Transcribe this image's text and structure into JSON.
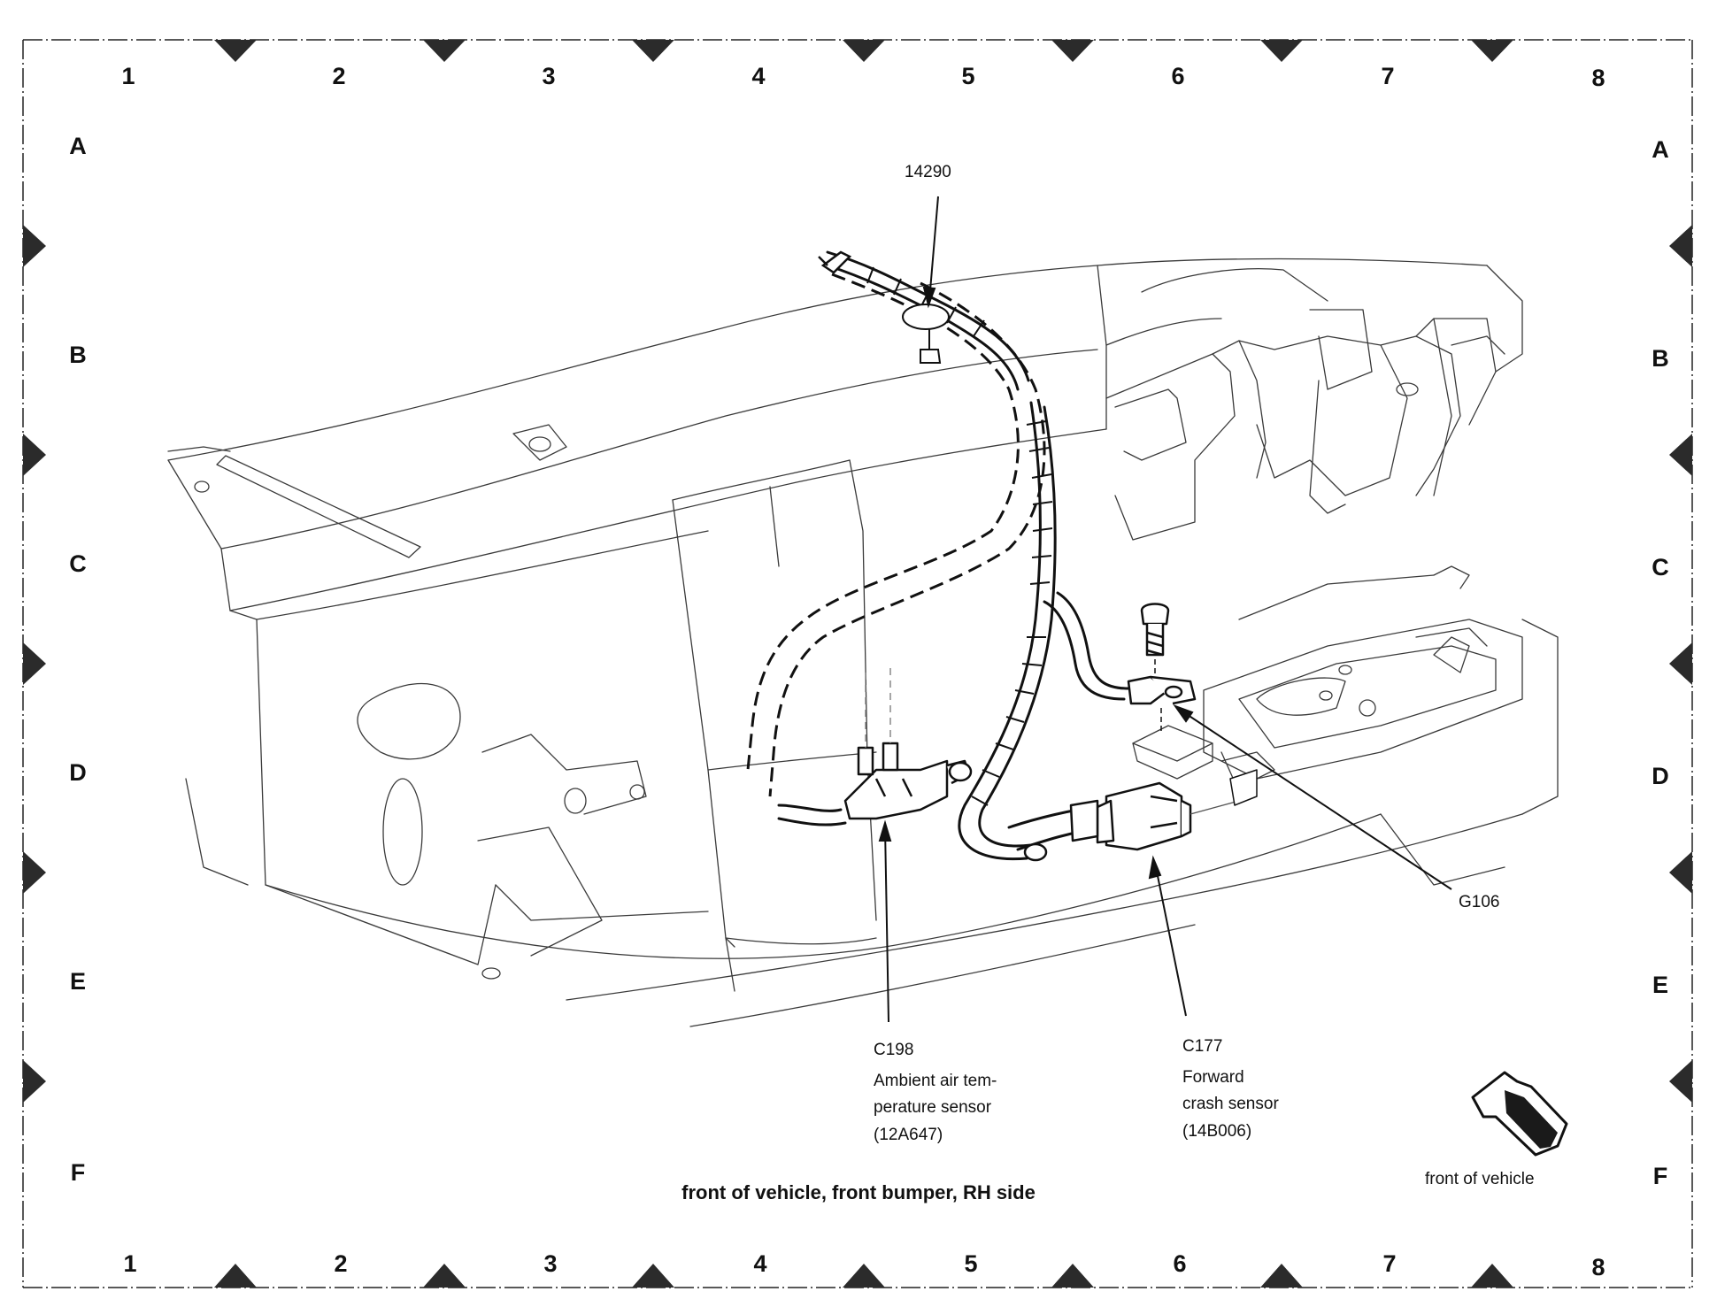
{
  "grid": {
    "columns": [
      "1",
      "2",
      "3",
      "4",
      "5",
      "6",
      "7",
      "8"
    ],
    "rows": [
      "A",
      "B",
      "C",
      "D",
      "E",
      "F"
    ]
  },
  "callouts": {
    "c14290": {
      "id": "14290"
    },
    "g106": {
      "id": "G106"
    },
    "c198": {
      "id": "C198",
      "lines": [
        "Ambient air tem-",
        "perature sensor",
        "(12A647)"
      ]
    },
    "c177": {
      "id": "C177",
      "lines": [
        "Forward",
        "crash sensor",
        "(14B006)"
      ]
    }
  },
  "caption": "front of vehicle, front bumper, RH side",
  "direction_label": "front of vehicle",
  "colors": {
    "ink": "#111111",
    "background": "#ffffff"
  }
}
